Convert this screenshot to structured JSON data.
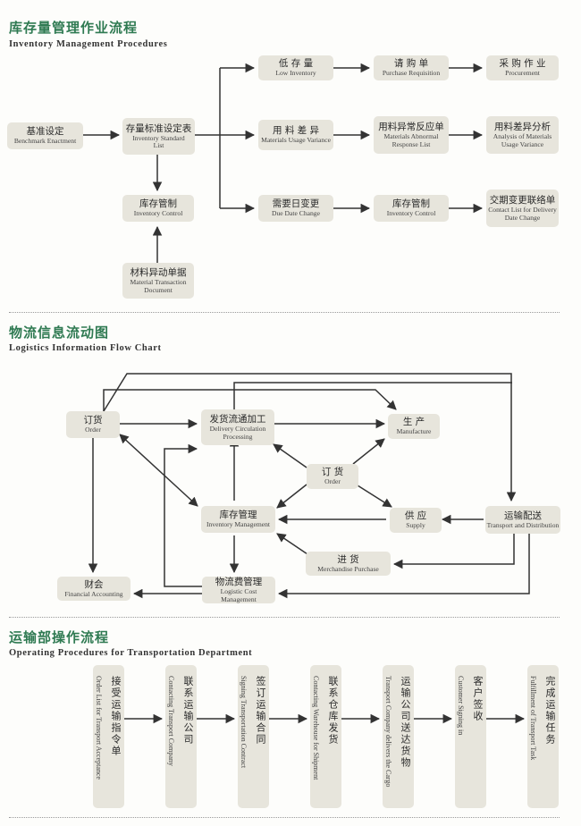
{
  "sections": {
    "inventory": {
      "title_zh": "库存量管理作业流程",
      "title_en": "Inventory Management Procedures"
    },
    "logistics": {
      "title_zh": "物流信息流动图",
      "title_en": "Logistics Information Flow Chart"
    },
    "transport": {
      "title_zh": "运输部操作流程",
      "title_en": "Operating Procedures for Transportation Department"
    }
  },
  "inventory_nodes": [
    {
      "id": "benchmark",
      "zh": "基准设定",
      "en": "Benchmark Enactment"
    },
    {
      "id": "standard_list",
      "zh": "存量标准设定表",
      "en": "Inventory Standard List"
    },
    {
      "id": "inv_control_a",
      "zh": "库存管制",
      "en": "Inventory Control"
    },
    {
      "id": "mat_doc",
      "zh": "材料异动单据",
      "en": "Material Transaction Document"
    },
    {
      "id": "low_inv",
      "zh": "低 存 量",
      "en": "Low Inventory"
    },
    {
      "id": "purchase_req",
      "zh": "请 购 单",
      "en": "Purchase Requisition"
    },
    {
      "id": "procurement",
      "zh": "采 购 作 业",
      "en": "Procurement"
    },
    {
      "id": "usage_var",
      "zh": "用 料 差 异",
      "en": "Materials Usage Variance"
    },
    {
      "id": "abnormal_list",
      "zh": "用料异常反应单",
      "en": "Materials Abnormal Response List"
    },
    {
      "id": "analysis",
      "zh": "用料差异分析",
      "en": "Analysis of Materials Usage Variance"
    },
    {
      "id": "due_date",
      "zh": "需要日变更",
      "en": "Due Date Change"
    },
    {
      "id": "inv_control_b",
      "zh": "库存管制",
      "en": "Inventory Control"
    },
    {
      "id": "contact_list",
      "zh": "交期变更联络单",
      "en": "Contact List for Delivery Date Change"
    }
  ],
  "logistics_nodes": [
    {
      "id": "order",
      "zh": "订货",
      "en": "Order"
    },
    {
      "id": "delivery",
      "zh": "发货流通加工",
      "en": "Delivery Circulation Processing"
    },
    {
      "id": "manufacture",
      "zh": "生 产",
      "en": "Manufacture"
    },
    {
      "id": "order_center",
      "zh": "订 货",
      "en": "Order"
    },
    {
      "id": "inv_mgmt",
      "zh": "库存管理",
      "en": "Inventory Management"
    },
    {
      "id": "supply",
      "zh": "供 应",
      "en": "Supply"
    },
    {
      "id": "transport_dist",
      "zh": "运输配送",
      "en": "Transport and Distribution"
    },
    {
      "id": "merchandise",
      "zh": "进 货",
      "en": "Merchandise Purchase"
    },
    {
      "id": "financial",
      "zh": "财会",
      "en": "Financial Accounting"
    },
    {
      "id": "logistic_cost",
      "zh": "物流费管理",
      "en": "Logistic Cost Management"
    }
  ],
  "transport_steps": [
    {
      "zh": "接受运输指令单",
      "en": "Order List for Transport Acceptance"
    },
    {
      "zh": "联系运输公司",
      "en": "Contacting Transport Company"
    },
    {
      "zh": "签订运输合同",
      "en": "Signing Transportation Contract"
    },
    {
      "zh": "联系仓库发货",
      "en": "Contacting Warehouse for Shipment"
    },
    {
      "zh": "运输公司送达货物",
      "en": "Transport Company delivers the Cargo"
    },
    {
      "zh": "客户签收",
      "en": "Customer Signing in"
    },
    {
      "zh": "完成运输任务",
      "en": "Fulfillment of Transport Task"
    }
  ]
}
